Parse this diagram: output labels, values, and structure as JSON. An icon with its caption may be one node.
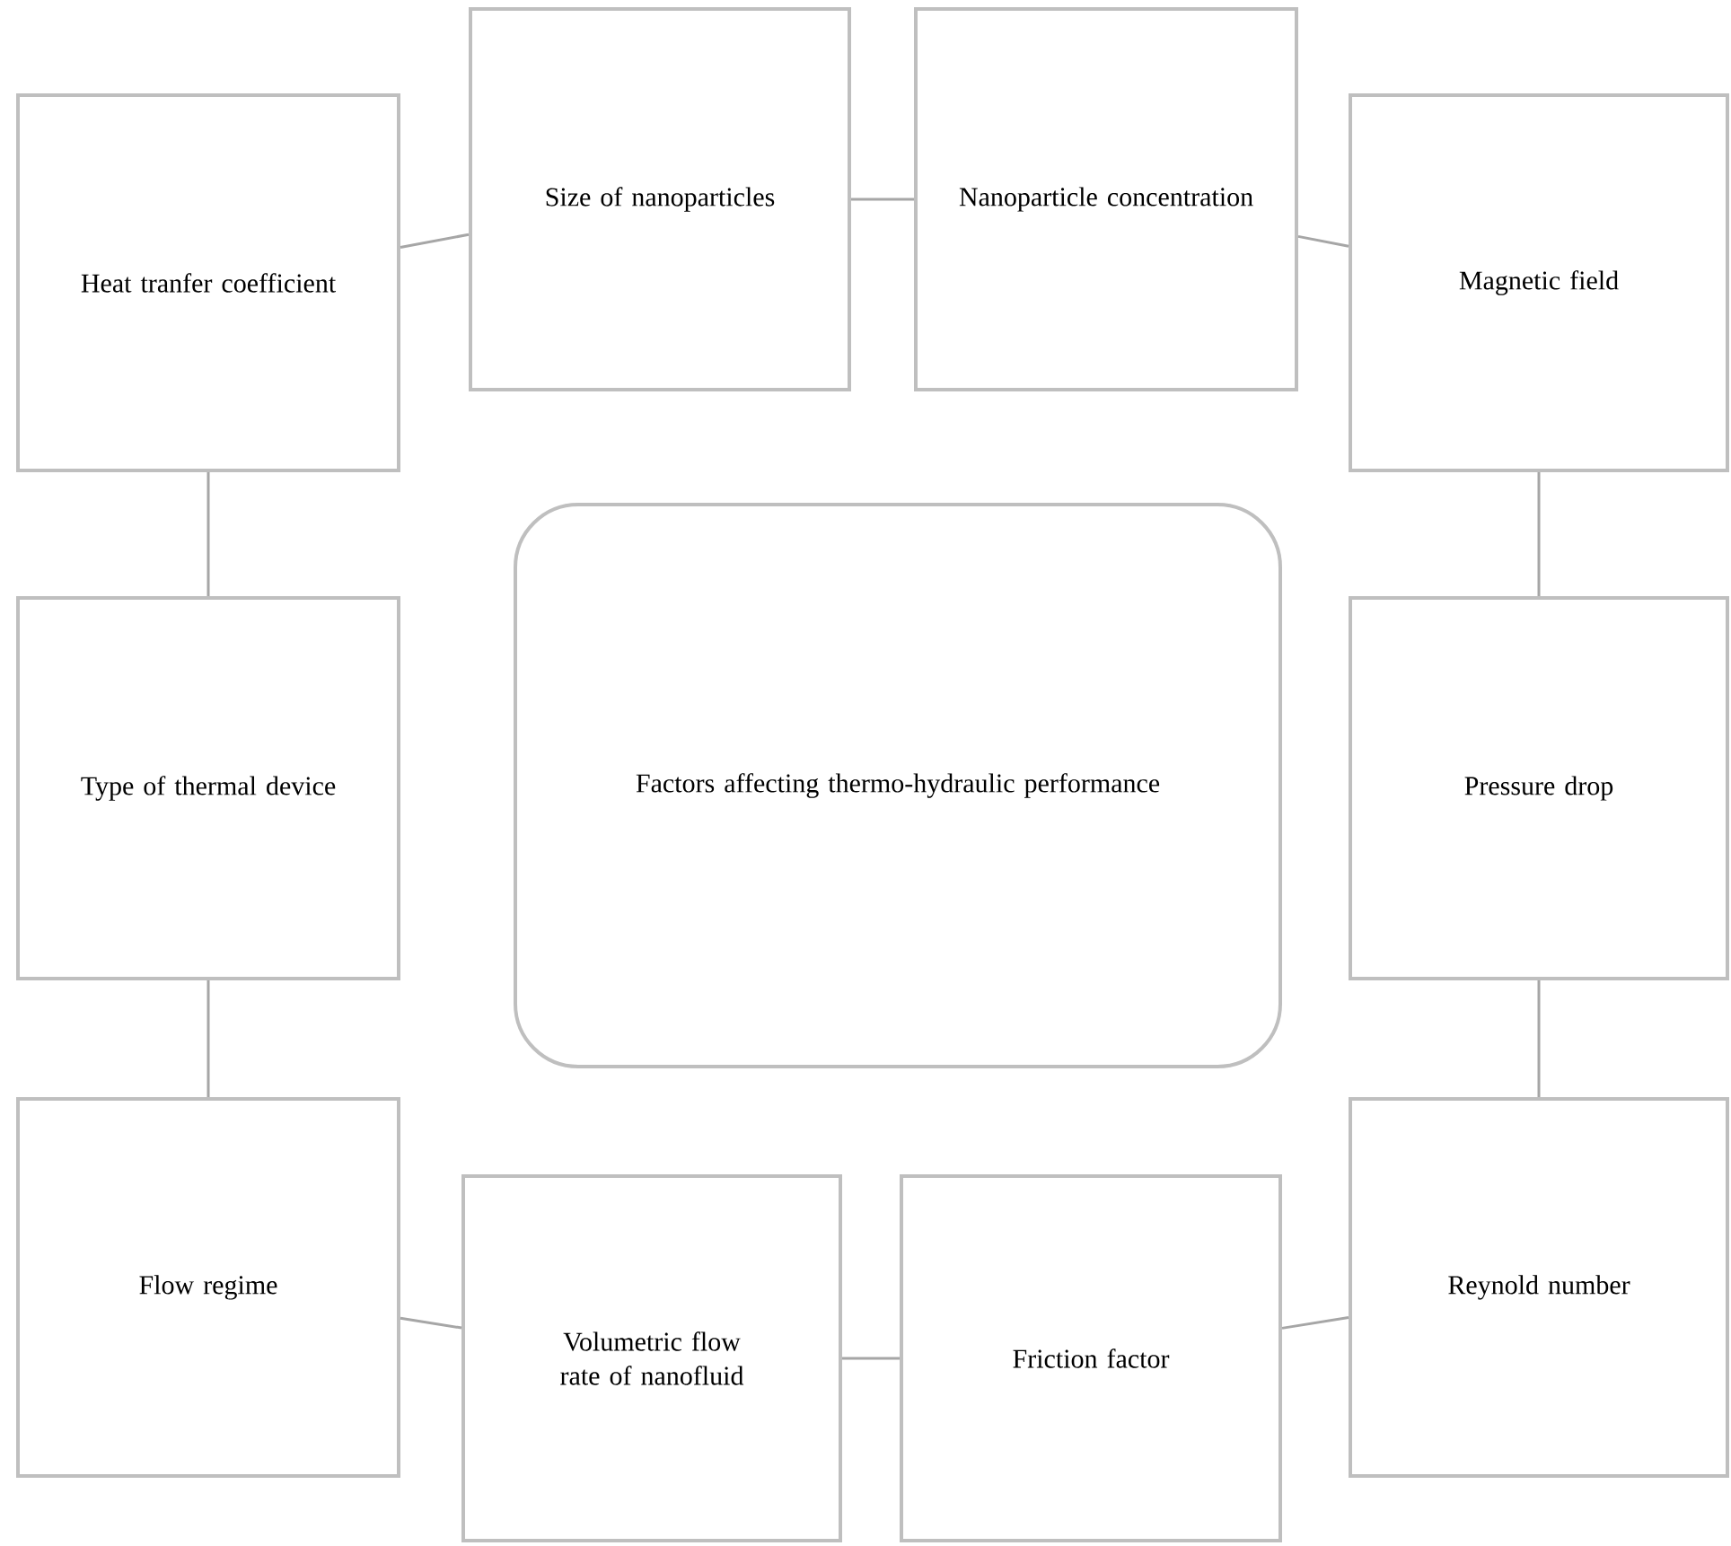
{
  "diagram": {
    "nodes": [
      {
        "text": [
          "Factors affecting thermo-hydraulic performance"
        ]
      },
      {
        "text": [
          "Heat tranfer coefficient"
        ]
      },
      {
        "text": [
          "Size of nanoparticles"
        ]
      },
      {
        "text": [
          "Nanoparticle concentration"
        ]
      },
      {
        "text": [
          "Magnetic field"
        ]
      },
      {
        "text": [
          "Pressure drop"
        ]
      },
      {
        "text": [
          "Reynold number"
        ]
      },
      {
        "text": [
          "Friction factor"
        ]
      },
      {
        "text": [
          "Volumetric flow rate of nanofluid"
        ]
      },
      {
        "text": [
          "Flow regime"
        ]
      },
      {
        "text": [
          "Type of thermal device"
        ]
      }
    ],
    "edges": [
      {
        "from": 1,
        "to": 2,
        "arrow": "none"
      },
      {
        "from": 2,
        "to": 3,
        "arrow": "none"
      },
      {
        "from": 3,
        "to": 4,
        "arrow": "none"
      },
      {
        "from": 4,
        "to": 5,
        "arrow": "none"
      },
      {
        "from": 5,
        "to": 6,
        "arrow": "none"
      },
      {
        "from": 6,
        "to": 7,
        "arrow": "none"
      },
      {
        "from": 7,
        "to": 8,
        "arrow": "none"
      },
      {
        "from": 8,
        "to": 9,
        "arrow": "none"
      },
      {
        "from": 9,
        "to": 10,
        "arrow": "none"
      },
      {
        "from": 10,
        "to": 1,
        "arrow": "none"
      }
    ]
  }
}
